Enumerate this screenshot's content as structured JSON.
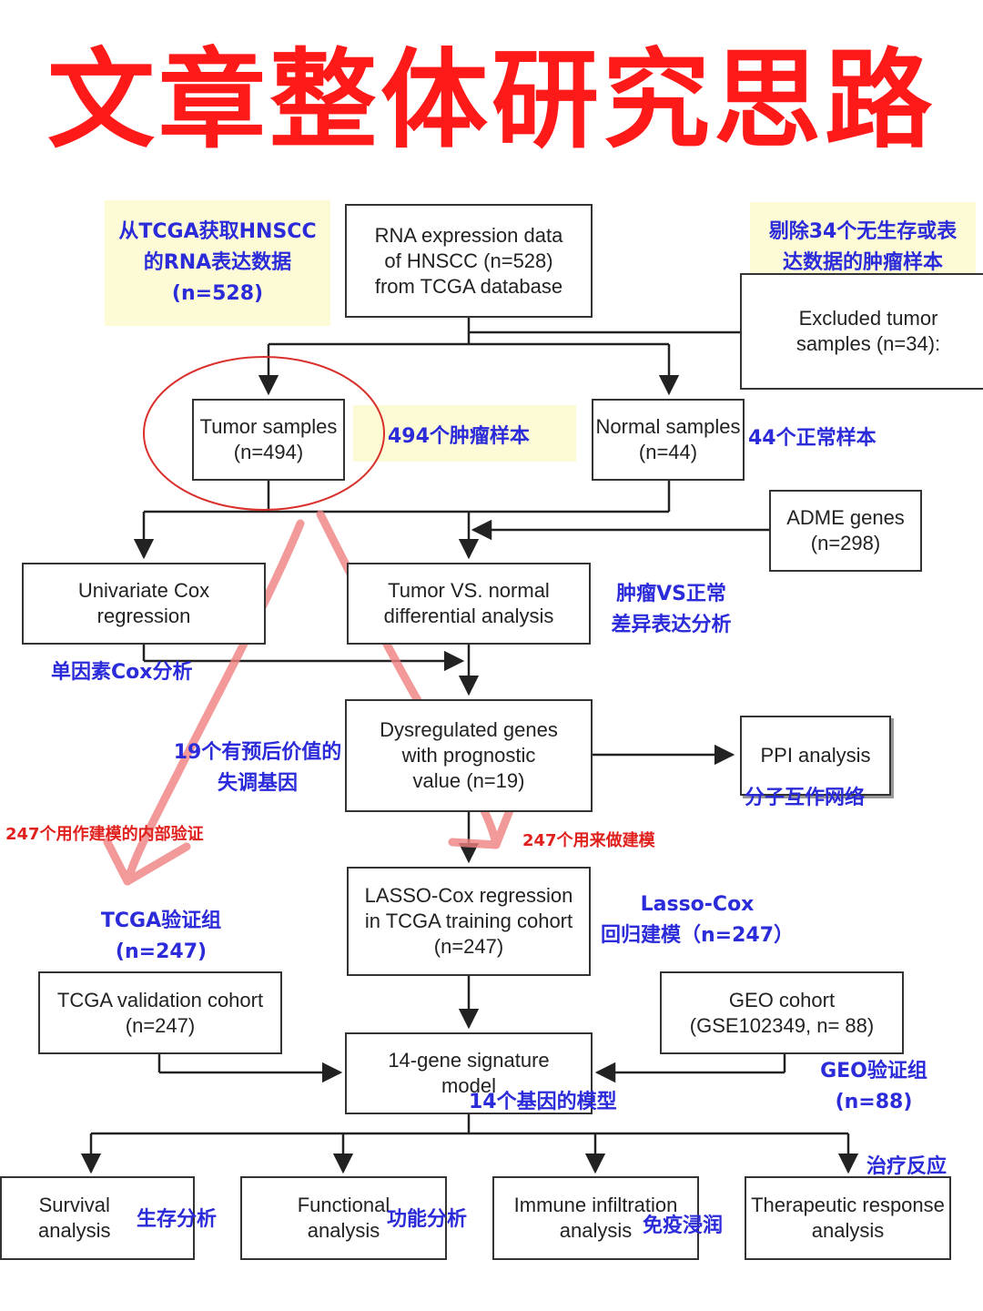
{
  "title": "文章整体研究思路",
  "colors": {
    "title": "#ff1a1a",
    "annotation_blue": "#2b2bd9",
    "annotation_red": "#e0201c",
    "highlight": "#fdfbd6",
    "circle": "#d9302c",
    "arrow_overlay": "#f08080",
    "box_border": "#333333"
  },
  "boxes": {
    "rna": "RNA expression data\nof HNSCC (n=528)\nfrom TCGA database",
    "excluded": "Excluded tumor\nsamples (n=34):",
    "tumor": "Tumor samples\n(n=494)",
    "normal": "Normal samples\n(n=44)",
    "adme": "ADME genes\n(n=298)",
    "univariate": "Univariate Cox\nregression",
    "diff": "Tumor VS. normal\ndifferential analysis",
    "dysregulated": "Dysregulated genes\nwith prognostic\nvalue (n=19)",
    "ppi": "PPI analysis",
    "lasso": "LASSO-Cox regression\nin TCGA training cohort\n(n=247)",
    "tcga_val": "TCGA validation cohort\n(n=247)",
    "geo": "GEO cohort\n(GSE102349, n= 88)",
    "signature": "14-gene signature\nmodel",
    "survival": "Survival\nanalysis",
    "functional": "Functional\nanalysis",
    "immune": "Immune infiltration\nanalysis",
    "therapeutic": "Therapeutic response\nanalysis"
  },
  "annotations": {
    "rna": "从TCGA获取HNSCC\n的RNA表达数据\n(n=528)",
    "excluded": "剔除34个无生存或表\n达数据的肿瘤样本",
    "tumor": "494个肿瘤样本",
    "normal": "44个正常样本",
    "diff": "肿瘤VS正常\n差异表达分析",
    "univariate": "单因素Cox分析",
    "dysregulated": "19个有预后价值的\n失调基因",
    "ppi": "分子互作网络",
    "internal": "247个用作建模的内部验证",
    "modeling": "247个用来做建模",
    "tcga_val": "TCGA验证组\n(n=247)",
    "lasso": "Lasso-Cox\n回归建模（n=247）",
    "geo": "GEO验证组\n(n=88)",
    "signature": "14个基因的模型",
    "survival": "生存分析",
    "functional": "功能分析",
    "immune": "免疫浸润",
    "therapeutic": "治疗反应"
  }
}
